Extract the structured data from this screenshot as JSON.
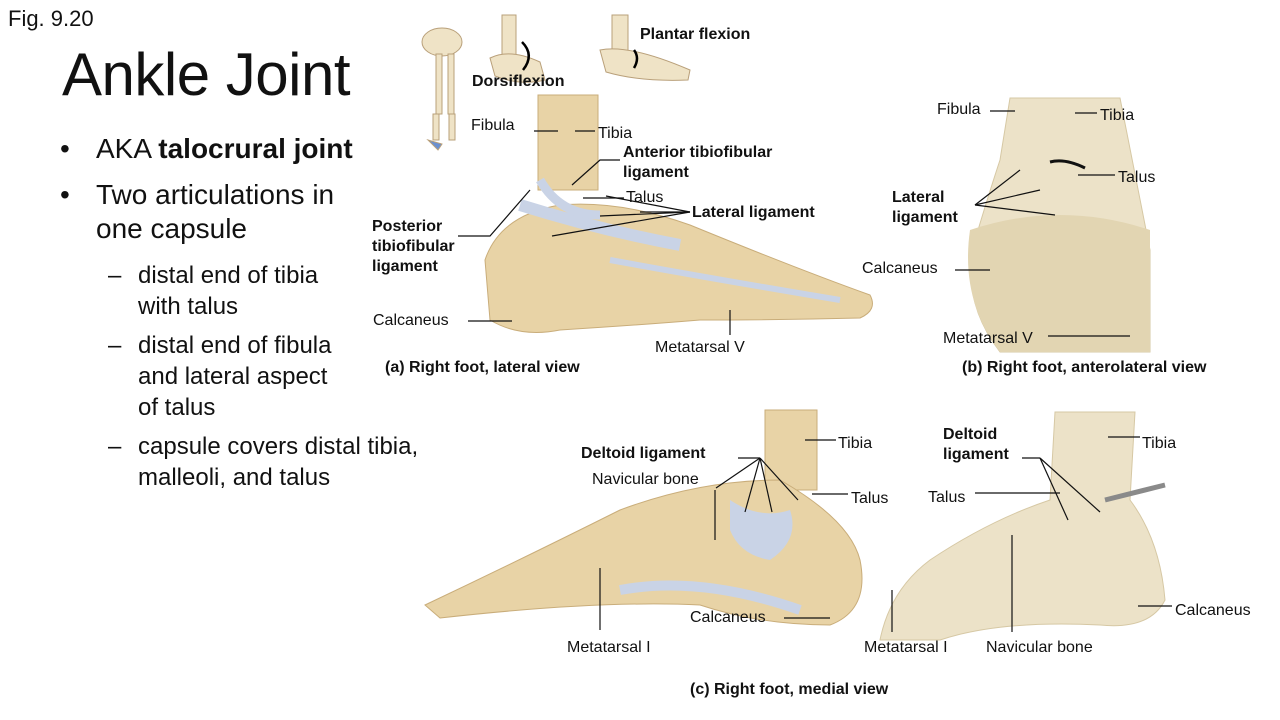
{
  "fig_label": "Fig. 9.20",
  "title": "Ankle Joint",
  "bullets": {
    "b1_pre": "AKA ",
    "b1_bold": "talocrural joint",
    "b2_line1": "Two articulations in",
    "b2_line2": "one capsule",
    "s1_line1": "distal end of tibia",
    "s1_line2": "with talus",
    "s2_line1": "distal end of fibula",
    "s2_line2": "and lateral aspect",
    "s2_line3": "of talus",
    "s3_line1": "capsule covers distal tibia,",
    "s3_line2": "malleoli, and talus"
  },
  "motion_labels": {
    "plantar_flexion": "Plantar flexion",
    "dorsiflexion": "Dorsiflexion"
  },
  "panel_a": {
    "caption": "(a) Right foot, lateral view",
    "fibula": "Fibula",
    "tibia": "Tibia",
    "ant_tib_1": "Anterior tibiofibular",
    "ant_tib_2": "ligament",
    "talus": "Talus",
    "lateral_ligament": "Lateral ligament",
    "post_tib_1": "Posterior",
    "post_tib_2": "tibiofibular",
    "post_tib_3": "ligament",
    "calcaneus": "Calcaneus",
    "metatarsal_v": "Metatarsal V"
  },
  "panel_b": {
    "caption": "(b) Right foot, anterolateral view",
    "fibula": "Fibula",
    "tibia": "Tibia",
    "talus": "Talus",
    "lateral_1": "Lateral",
    "lateral_2": "ligament",
    "calcaneus": "Calcaneus",
    "metatarsal_v": "Metatarsal V"
  },
  "panel_c": {
    "caption": "(c) Right foot, medial view",
    "deltoid": "Deltoid ligament",
    "navicular": "Navicular bone",
    "tibia": "Tibia",
    "talus": "Talus",
    "calcaneus": "Calcaneus",
    "metatarsal_i": "Metatarsal I"
  },
  "panel_d": {
    "deltoid_1": "Deltoid",
    "deltoid_2": "ligament",
    "tibia": "Tibia",
    "talus": "Talus",
    "calcaneus": "Calcaneus",
    "metatarsal_i": "Metatarsal I",
    "navicular": "Navicular bone"
  },
  "colors": {
    "bone": "#e8d3a6",
    "bone_dark": "#c9ad7a",
    "ligament": "#c9d3e6",
    "specimen": "#ece2c8",
    "specimen_dark": "#d6c8a4"
  }
}
